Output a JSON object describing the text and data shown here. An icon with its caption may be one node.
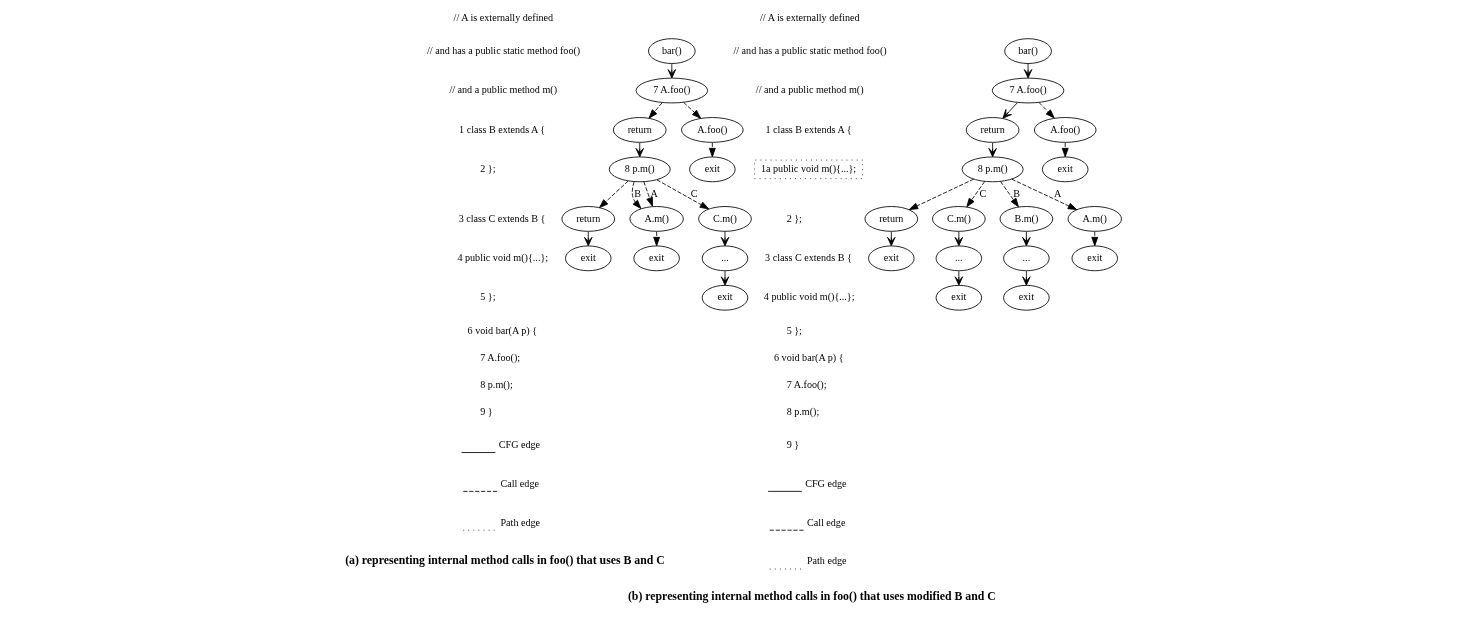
{
  "diagram": {
    "nodes": [
      {
        "text": [
          "bar()"
        ]
      },
      {
        "text": [
          "7 A.foo()"
        ]
      },
      {
        "text": [
          "return"
        ]
      },
      {
        "text": [
          "8 p.m()"
        ]
      },
      {
        "text": [
          "return"
        ]
      },
      {
        "text": [
          "exit"
        ]
      },
      {
        "text": [
          "A.foo()"
        ]
      },
      {
        "text": [
          "exit"
        ]
      },
      {
        "text": [
          "A.m()"
        ]
      },
      {
        "text": [
          "exit"
        ]
      },
      {
        "text": [
          "C.m()"
        ]
      },
      {
        "text": [
          "..."
        ]
      },
      {
        "text": [
          "exit"
        ]
      },
      {
        "text": [
          "1a public void m(){...};"
        ]
      },
      {
        "text": [
          "bar()"
        ]
      },
      {
        "text": [
          "7 A.foo()"
        ]
      },
      {
        "text": [
          "return"
        ]
      },
      {
        "text": [
          "8 p.m()"
        ]
      },
      {
        "text": [
          "return"
        ]
      },
      {
        "text": [
          "exit"
        ]
      },
      {
        "text": [
          "A.foo()"
        ]
      },
      {
        "text": [
          "exit"
        ]
      },
      {
        "text": [
          "C.m()"
        ]
      },
      {
        "text": [
          "..."
        ]
      },
      {
        "text": [
          "exit"
        ]
      },
      {
        "text": [
          "B.m()"
        ]
      },
      {
        "text": [
          "..."
        ]
      },
      {
        "text": [
          "exit"
        ]
      },
      {
        "text": [
          "A.m()"
        ]
      },
      {
        "text": [
          "exit"
        ]
      }
    ],
    "edges": [
      {
        "from": 0,
        "to": 1,
        "arrow": "to"
      },
      {
        "from": 1,
        "to": 2,
        "arrow": "to",
        "style": "dashed"
      },
      {
        "from": 2,
        "to": 3,
        "arrow": "to"
      },
      {
        "from": 3,
        "to": 4,
        "arrow": "to",
        "style": "dashed"
      },
      {
        "from": 4,
        "to": 5,
        "arrow": "to"
      },
      {
        "from": 1,
        "to": 6,
        "arrow": "to",
        "style": "dashed"
      },
      {
        "from": 6,
        "to": 7,
        "arrow": "to",
        "style": "dashed"
      },
      {
        "from": 3,
        "to": 8,
        "arrow": "to",
        "style": "dashed",
        "label": "B"
      },
      {
        "from": 3,
        "to": 8,
        "arrow": "to",
        "style": "dashed",
        "label": "A"
      },
      {
        "from": 3,
        "to": 10,
        "arrow": "to",
        "style": "dashed",
        "label": "C"
      },
      {
        "from": 8,
        "to": 9,
        "arrow": "to",
        "style": "dashed"
      },
      {
        "from": 10,
        "to": 11,
        "arrow": "to"
      },
      {
        "from": 11,
        "to": 12,
        "arrow": "to"
      },
      {
        "from": 14,
        "to": 15,
        "arrow": "to"
      },
      {
        "from": 15,
        "to": 16,
        "arrow": "to"
      },
      {
        "from": 16,
        "to": 17,
        "arrow": "to"
      },
      {
        "from": 17,
        "to": 18,
        "arrow": "to",
        "style": "dashed"
      },
      {
        "from": 18,
        "to": 19,
        "arrow": "to"
      },
      {
        "from": 15,
        "to": 20,
        "arrow": "to",
        "style": "dashed"
      },
      {
        "from": 20,
        "to": 21,
        "arrow": "to",
        "style": "dashed"
      },
      {
        "from": 17,
        "to": 22,
        "arrow": "to",
        "style": "dashed",
        "label": "C"
      },
      {
        "from": 17,
        "to": 25,
        "arrow": "to",
        "style": "dashed",
        "label": "B"
      },
      {
        "from": 17,
        "to": 28,
        "arrow": "to",
        "style": "dashed",
        "label": "A"
      },
      {
        "from": 28,
        "to": 29,
        "arrow": "to",
        "style": "dashed"
      },
      {
        "from": 22,
        "to": 23,
        "arrow": "to"
      },
      {
        "from": 23,
        "to": 24,
        "arrow": "to"
      },
      {
        "from": 25,
        "to": 26,
        "arrow": "to"
      },
      {
        "from": 26,
        "to": 27,
        "arrow": "to"
      }
    ],
    "labels": [
      "// A is externally defined",
      "// and has a public static method foo()",
      "// and a public method m()",
      "1 class B extends A {",
      "2 };",
      "3 class C extends B {",
      "4 public void m(){...};",
      "5 };",
      "6 void bar(A p) {",
      "7 A.foo();",
      "8 p.m();",
      "9 }",
      "(a) representing internal method calls in foo() that uses B and C",
      "// A is externally defined",
      "// and has a public static method foo()",
      "// and a public method m()",
      "1 class B extends A {",
      "2 };",
      "3 class C extends B {",
      "4 public void m(){...};",
      "5 };",
      "6 void bar(A p) {",
      "7 A.foo();",
      "8 p.m();",
      "9 }",
      "(b) representing internal method calls in foo() that uses modified B and C"
    ],
    "legend": [
      {
        "text": "CFG edge"
      },
      {
        "text": "Call edge"
      },
      {
        "text": "Path edge"
      },
      {
        "text": "CFG edge"
      },
      {
        "text": "Call edge"
      },
      {
        "text": "Path edge"
      }
    ]
  }
}
